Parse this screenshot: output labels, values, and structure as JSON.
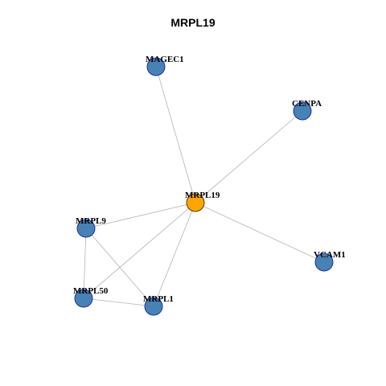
{
  "title": "MRPL19",
  "colors": {
    "node_default": "#4682b4",
    "node_center": "#ffa500",
    "node_border": "#1f2fa8",
    "node_center_border": "#5a3a00",
    "edge": "#b3b3b3",
    "label": "#000000"
  },
  "graph": {
    "nodes": [
      {
        "id": "MRPL19",
        "label": "MRPL19",
        "center": true
      },
      {
        "id": "MAGEC1",
        "label": "MAGEC1",
        "center": false
      },
      {
        "id": "CENPA",
        "label": "CENPA",
        "center": false
      },
      {
        "id": "MRPL9",
        "label": "MRPL9",
        "center": false
      },
      {
        "id": "VCAM1",
        "label": "VCAM1",
        "center": false
      },
      {
        "id": "MRPL50",
        "label": "MRPL50",
        "center": false
      },
      {
        "id": "MRPL1",
        "label": "MRPL1",
        "center": false
      }
    ],
    "edges": [
      {
        "source": "MRPL19",
        "target": "MAGEC1"
      },
      {
        "source": "MRPL19",
        "target": "CENPA"
      },
      {
        "source": "MRPL19",
        "target": "MRPL9"
      },
      {
        "source": "MRPL19",
        "target": "VCAM1"
      },
      {
        "source": "MRPL19",
        "target": "MRPL50"
      },
      {
        "source": "MRPL19",
        "target": "MRPL1"
      },
      {
        "source": "MRPL9",
        "target": "MRPL50"
      },
      {
        "source": "MRPL9",
        "target": "MRPL1"
      },
      {
        "source": "MRPL50",
        "target": "MRPL1"
      }
    ]
  }
}
